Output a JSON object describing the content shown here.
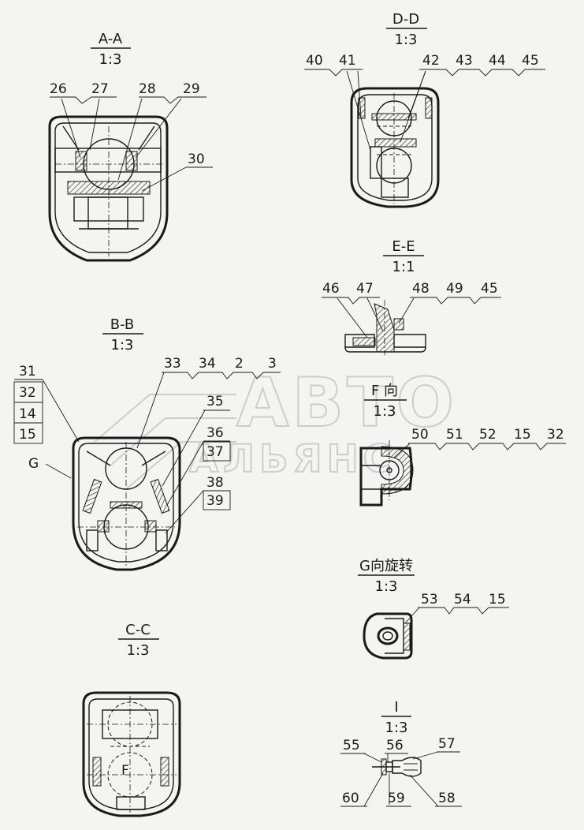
{
  "watermark": {
    "line1": "АВТО",
    "line2": "АЛЬЯНС"
  },
  "views": {
    "aa": {
      "title": "A-A",
      "scale": "1:3"
    },
    "dd": {
      "title": "D-D",
      "scale": "1:3"
    },
    "ee": {
      "title": "E-E",
      "scale": "1:1"
    },
    "bb": {
      "title": "B-B",
      "scale": "1:3"
    },
    "f": {
      "title": "F 向",
      "scale": "1:3"
    },
    "g": {
      "title": "G向旋转",
      "scale": "1:3"
    },
    "cc": {
      "title": "C-C",
      "scale": "1:3"
    },
    "i": {
      "title": "I",
      "scale": "1:3"
    }
  },
  "callouts": {
    "c26": "26",
    "c27": "27",
    "c28": "28",
    "c29": "29",
    "c30": "30",
    "c40": "40",
    "c41": "41",
    "c42": "42",
    "c43": "43",
    "c44": "44",
    "c45a": "45",
    "c46": "46",
    "c47": "47",
    "c48": "48",
    "c49": "49",
    "c45b": "45",
    "c31": "31",
    "c32a": "32",
    "c14": "14",
    "c15a": "15",
    "cG": "G",
    "c33": "33",
    "c34": "34",
    "c2": "2",
    "c3": "3",
    "c35": "35",
    "c36": "36",
    "c37": "37",
    "c38": "38",
    "c39": "39",
    "c50": "50",
    "c51": "51",
    "c52": "52",
    "c15b": "15",
    "c32b": "32",
    "c53": "53",
    "c54": "54",
    "c15c": "15",
    "c55": "55",
    "c56": "56",
    "c57": "57",
    "c58": "58",
    "c59": "59",
    "c60": "60",
    "cF": "F"
  }
}
